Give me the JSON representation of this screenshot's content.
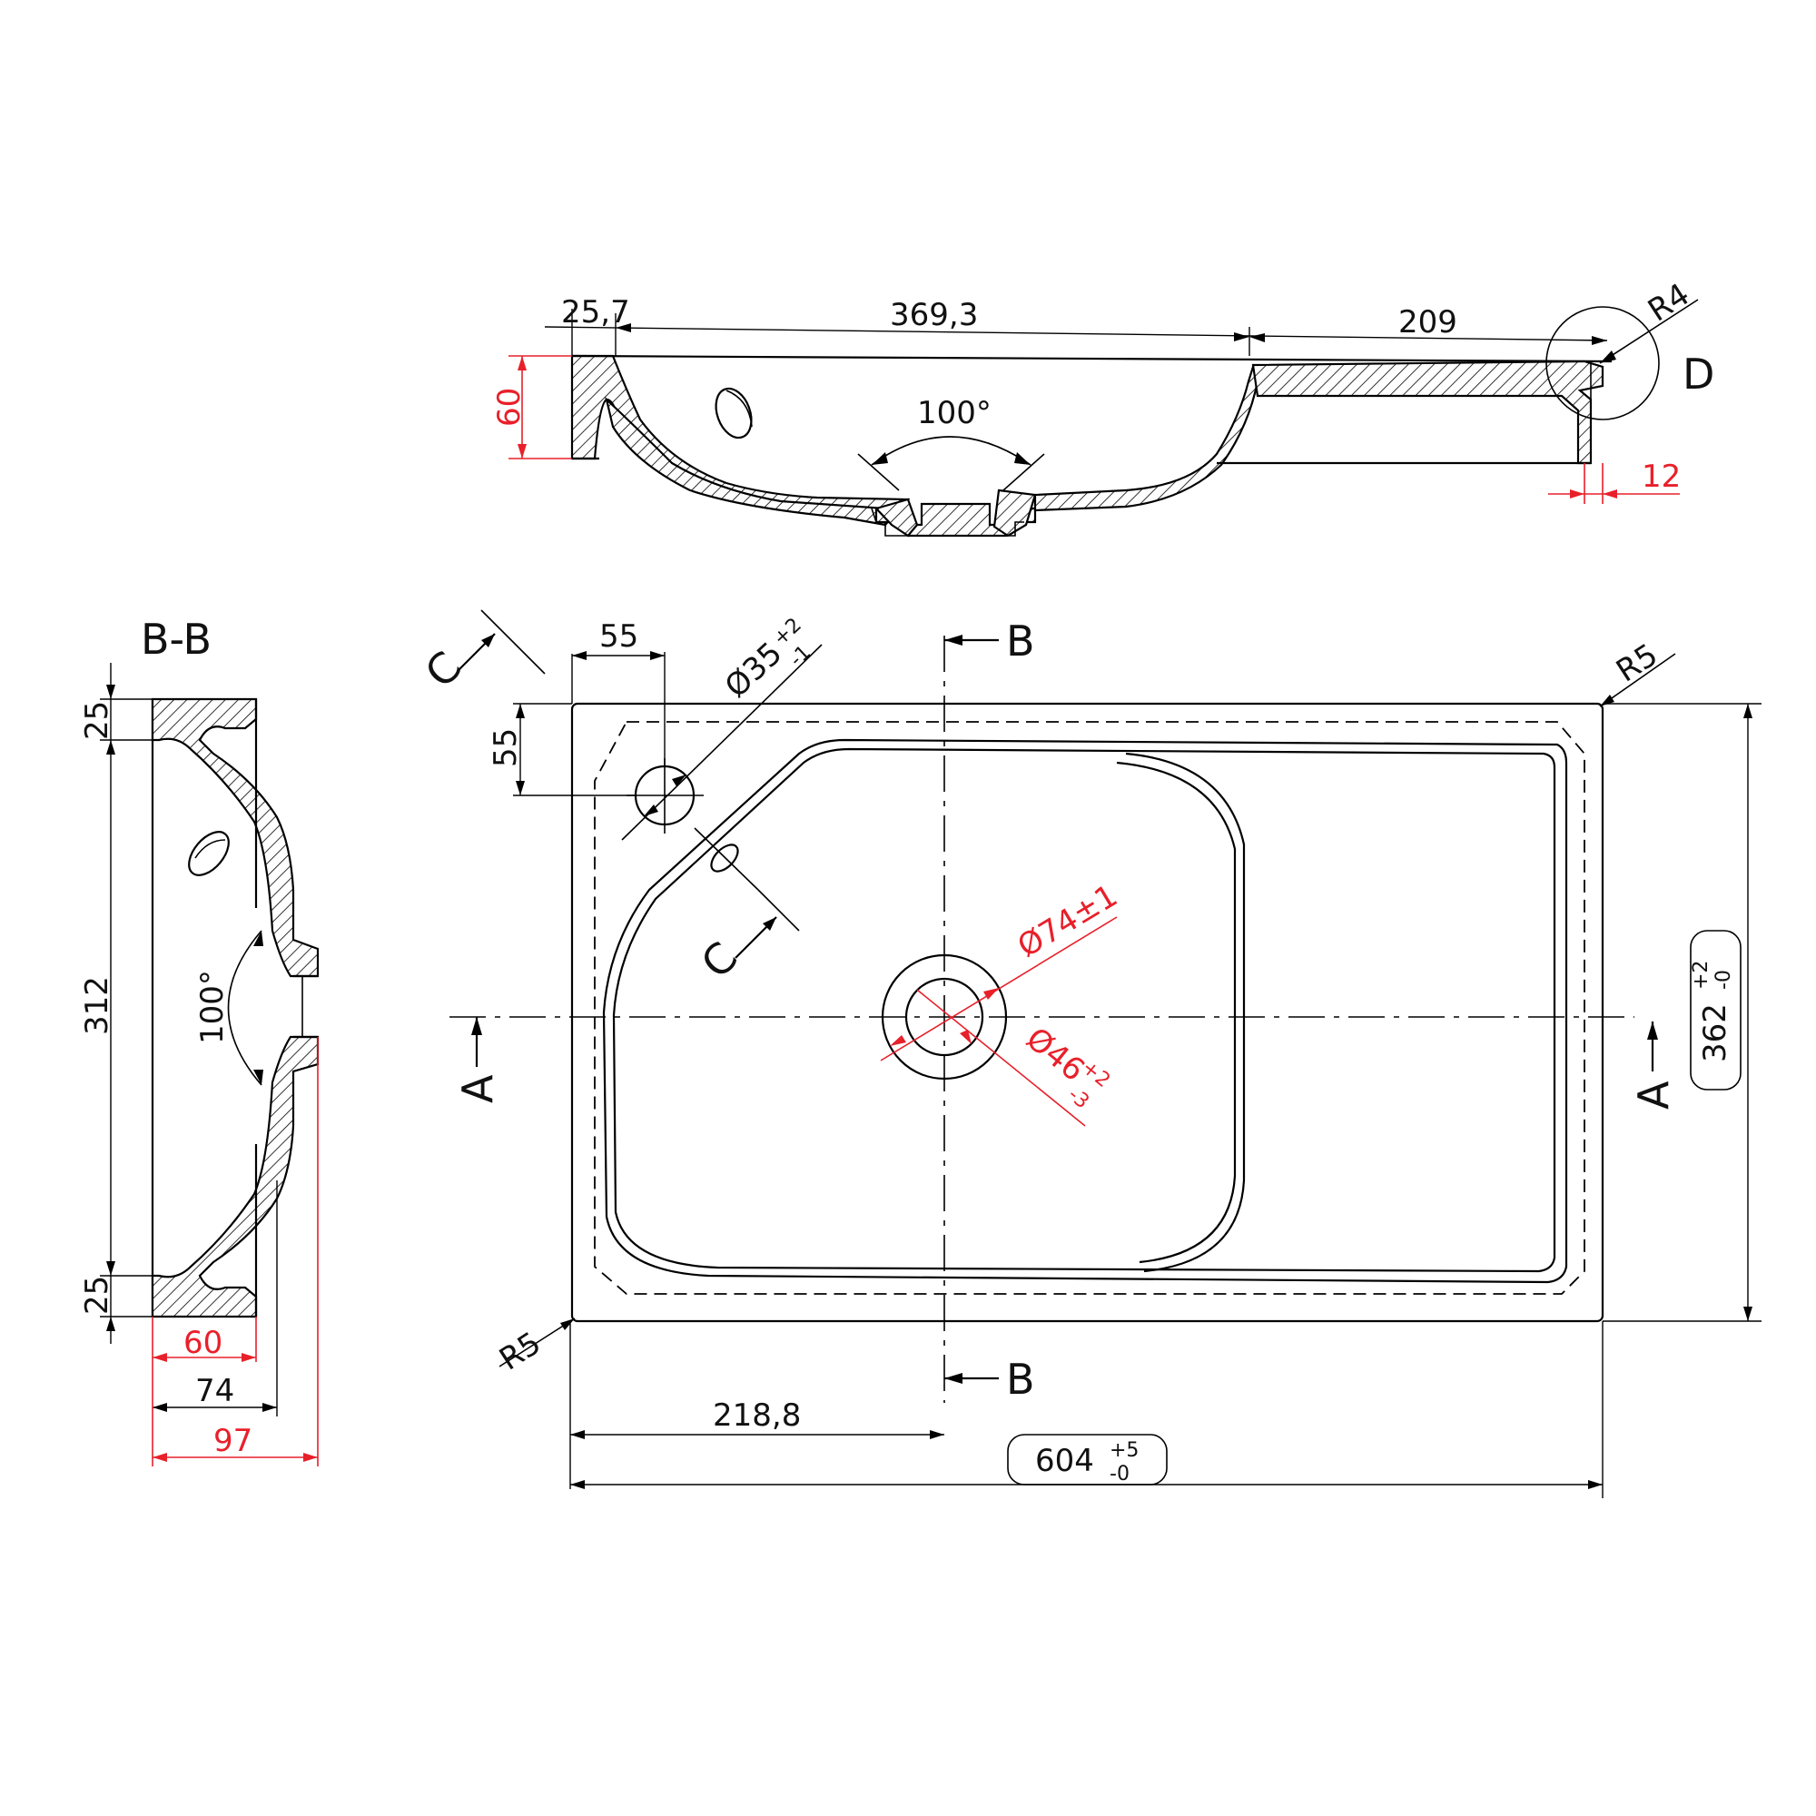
{
  "top_view": {
    "dim_left": "25,7",
    "dim_middle": "369,3",
    "dim_right": "209",
    "radius": "R4",
    "detail_label": "D",
    "height": "60",
    "rim": "12",
    "angle": "100°"
  },
  "section_bb": {
    "title": "B-B",
    "dim_top": "25",
    "dim_middle": "312",
    "dim_bottom": "25",
    "angle": "100°",
    "width_60": "60",
    "width_74": "74",
    "width_97": "97"
  },
  "plan_view": {
    "dim_55_horizontal": "55",
    "dim_55_vertical": "55",
    "tap_hole": "Ø35",
    "tap_hole_tol_plus": "+2",
    "tap_hole_tol_minus": "-1",
    "drain_outer": "Ø74±1",
    "drain_inner": "Ø46",
    "drain_inner_tol_plus": "+2",
    "drain_inner_tol_minus": "-3",
    "radius_top_right": "R5",
    "radius_bottom_left": "R5",
    "section_b": "B",
    "section_a": "A",
    "section_c": "C",
    "dim_218": "218,8",
    "overall_width": "604",
    "overall_width_tol_plus": "+5",
    "overall_width_tol_minus": "-0",
    "overall_depth": "362",
    "overall_depth_tol_plus": "+2",
    "overall_depth_tol_minus": "-0"
  }
}
